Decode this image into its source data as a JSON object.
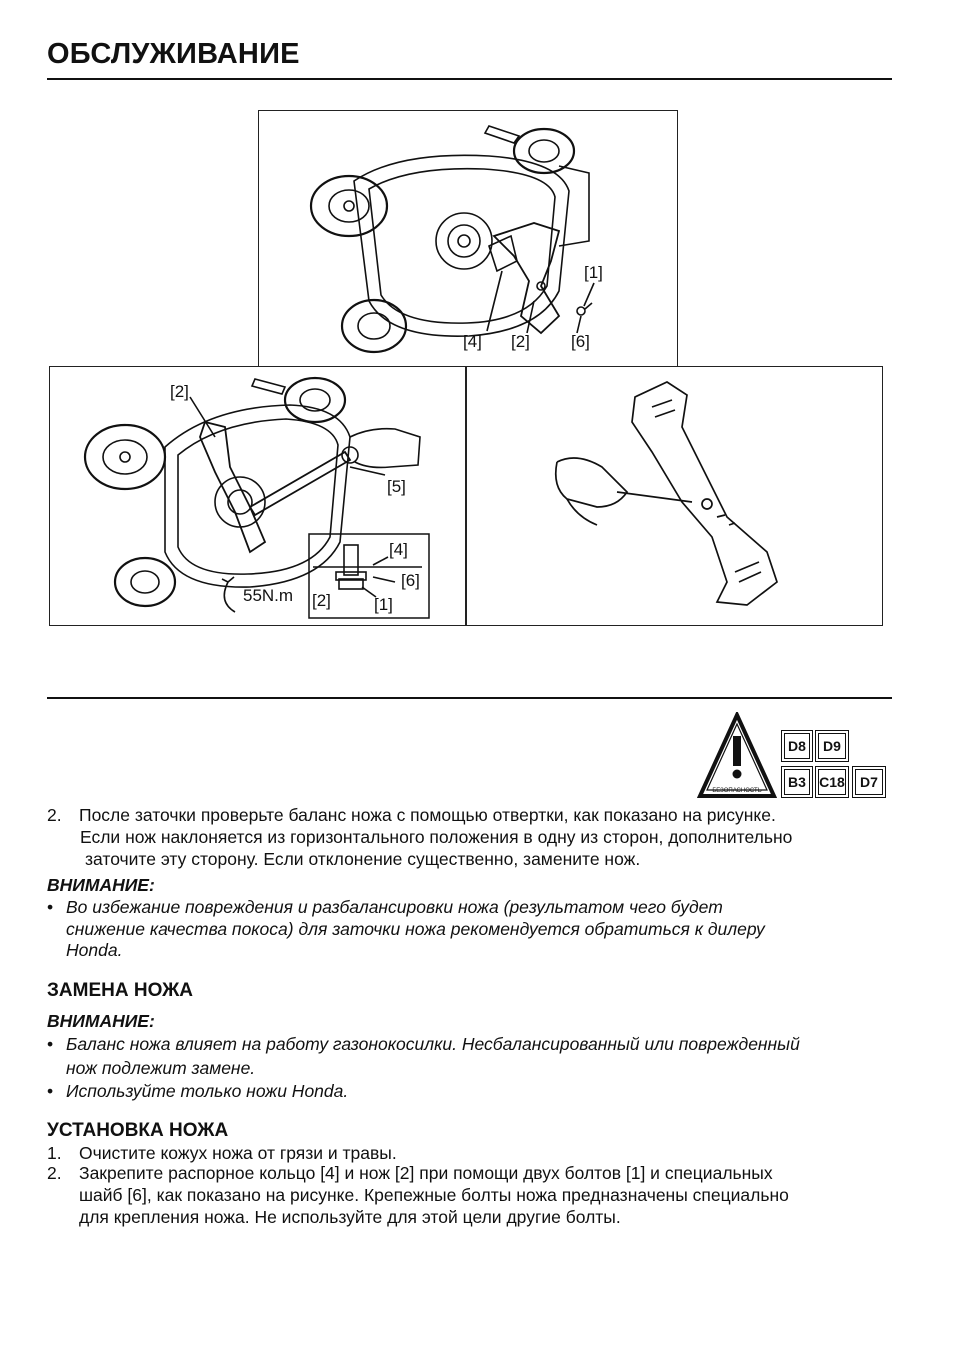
{
  "page_title": "ОБСЛУЖИВАНИЕ",
  "figure_top": {
    "labels": [
      "[1]",
      "[4]",
      "[2]",
      "[6]"
    ]
  },
  "figure_left": {
    "labels": [
      "[2]",
      "[5]",
      "[4]",
      "[6]",
      "[2]",
      "[1]"
    ],
    "torque": "55N.m"
  },
  "safety": {
    "caption": "БЕЗОПАСНОСТЬ",
    "codes": [
      "D8",
      "D9",
      "B3",
      "C18",
      "D7"
    ]
  },
  "balance_step": {
    "num": "2.",
    "line1": "После заточки проверьте баланс ножа с помощью отвертки, как показано на рисунке.",
    "line2": "Если нож наклоняется из горизонтального положения в одну из сторон, дополнительно",
    "line3": "заточите эту сторону. Если отклонение существенно, замените нож."
  },
  "caution1": {
    "title": "ВНИМАНИЕ:",
    "line1": "Во избежание повреждения и разбалансировки ножа (результатом чего будет",
    "line2": "снижение качества покоса) для заточки ножа рекомендуется обратиться к дилеру",
    "line3": "Honda."
  },
  "replace": {
    "heading": "ЗАМЕНА НОЖА",
    "caution_title": "ВНИМАНИЕ:",
    "item1_line1": "Баланс ножа влияет на работу газонокосилки. Несбалансированный или поврежденный",
    "item1_line2": "нож подлежит замене.",
    "item2": "Используйте только ножи Honda."
  },
  "install": {
    "heading": "УСТАНОВКА НОЖА",
    "step1_num": "1.",
    "step1": "Очистите кожух ножа от грязи и травы.",
    "step2_num": "2.",
    "step2_line1": "Закрепите распорное кольцо [4] и нож [2] при помощи двух болтов [1] и специальных",
    "step2_line2": "шайб [6], как показано на рисунке. Крепежные болты ножа предназначены специально",
    "step2_line3": "для крепления ножа. Не используйте для этой цели другие болты."
  },
  "bullet": "•"
}
